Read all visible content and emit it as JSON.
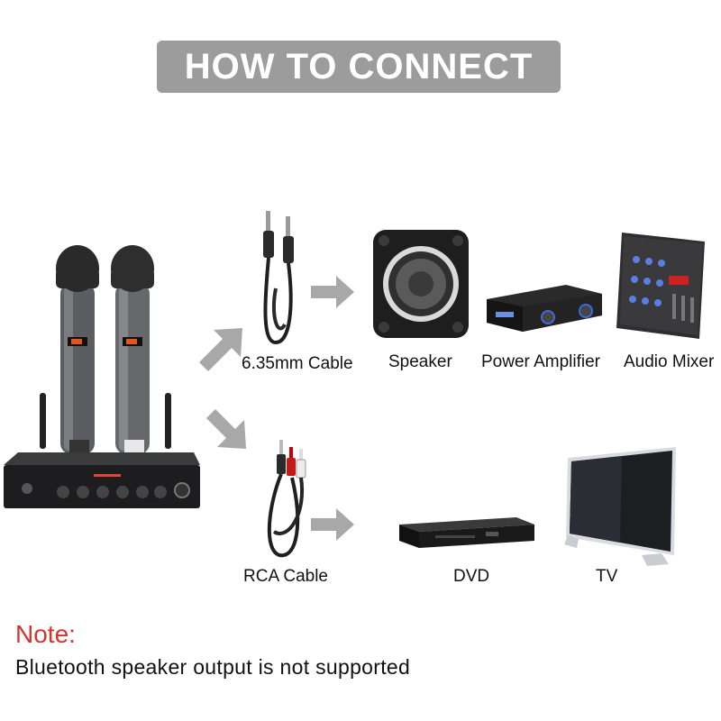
{
  "title": "HOW TO CONNECT",
  "cables": {
    "jack": "6.35mm Cable",
    "rca": "RCA Cable"
  },
  "devices": {
    "speaker": "Speaker",
    "amplifier": "Power Amplifier",
    "mixer": "Audio Mixer",
    "dvd": "DVD",
    "tv": "TV"
  },
  "note": {
    "title": "Note:",
    "text": "Bluetooth speaker output is not supported"
  },
  "colors": {
    "banner": "#9c9c9c",
    "arrow": "#a8a8a8",
    "note_red": "#d2352b"
  }
}
